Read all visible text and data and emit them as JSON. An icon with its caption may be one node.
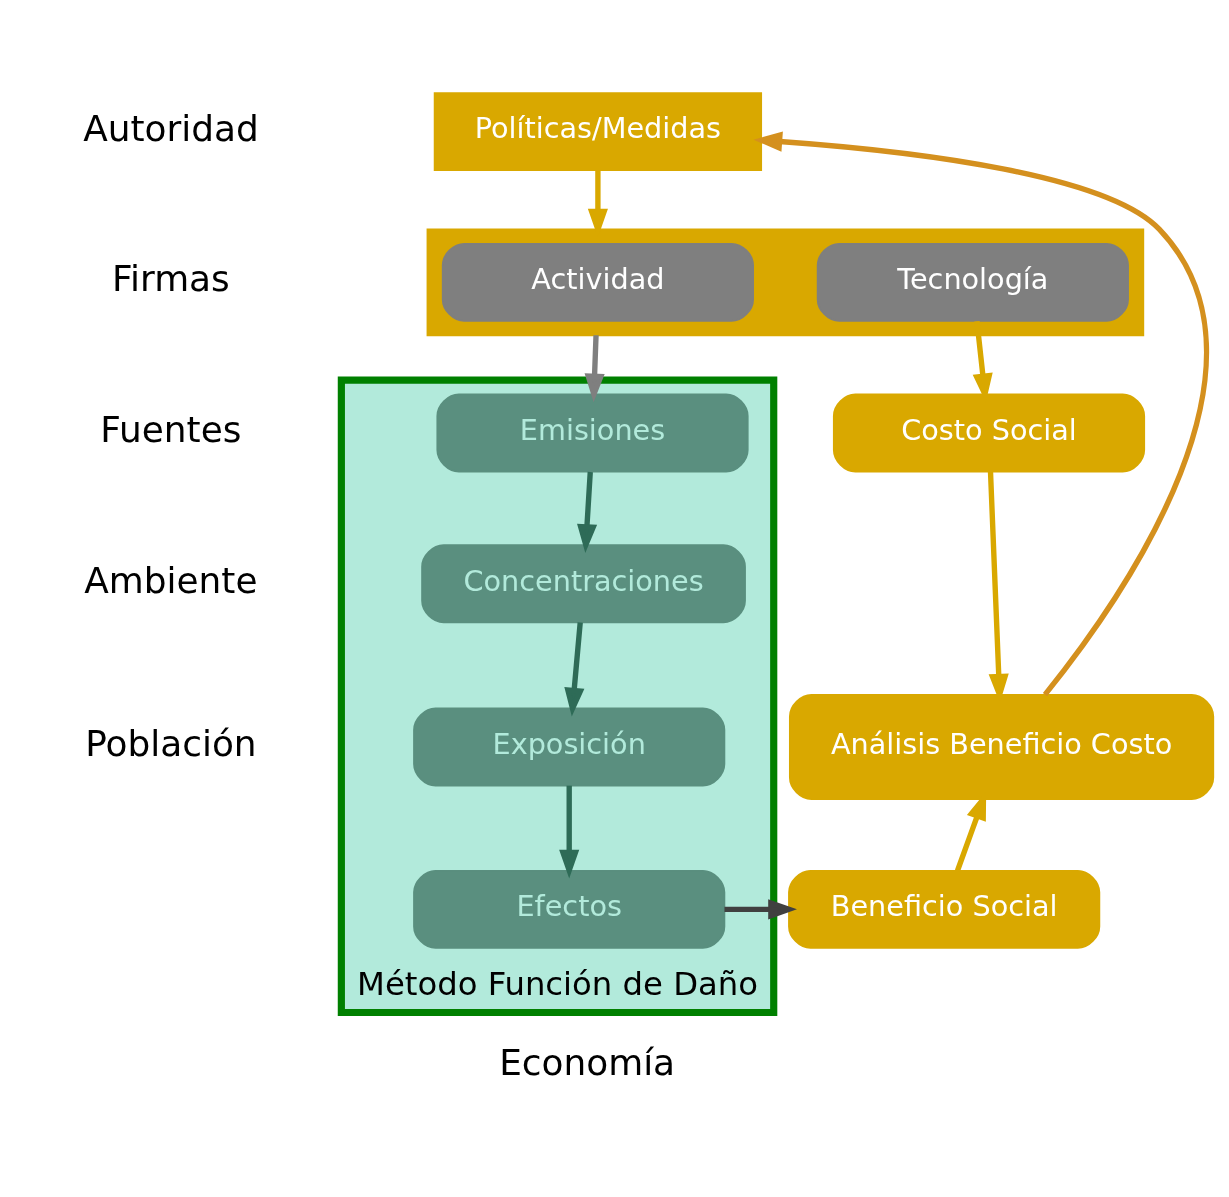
{
  "diagram": {
    "nodes": [
      {
        "text": [
          "Políticas/Medidas"
        ]
      },
      {
        "text": [],
        "shape": "box"
      },
      {
        "text": [
          "Actividad"
        ],
        "in": 1
      },
      {
        "text": [
          "Tecnología"
        ],
        "in": 1
      },
      {
        "text": [
          "Método Función de Daño"
        ]
      },
      {
        "text": [
          "Emisiones"
        ],
        "in": 4
      },
      {
        "text": [
          "Concentraciones"
        ],
        "in": 4
      },
      {
        "text": [
          "Exposición"
        ],
        "in": 4
      },
      {
        "text": [
          "Efectos"
        ],
        "in": 4
      },
      {
        "text": [
          "Costo Social"
        ]
      },
      {
        "text": [
          "Análisis Beneficio Costo"
        ]
      },
      {
        "text": [
          "Beneficio Social"
        ]
      }
    ],
    "edges": [
      {
        "from": 0,
        "to": 1,
        "arrow": "to"
      },
      {
        "from": 1,
        "to": 5,
        "arrow": "to",
        "color": "#7f7f7f"
      },
      {
        "from": 5,
        "to": 6,
        "arrow": "to",
        "color": "#2e6b57"
      },
      {
        "from": 6,
        "to": 7,
        "arrow": "to",
        "color": "#2e6b57"
      },
      {
        "from": 7,
        "to": 8,
        "arrow": "to",
        "color": "#2e6b57"
      },
      {
        "from": 8,
        "to": 11,
        "arrow": "to",
        "color": "#404040"
      },
      {
        "from": 3,
        "to": 9,
        "arrow": "to"
      },
      {
        "from": 9,
        "to": 10,
        "arrow": "to"
      },
      {
        "from": 11,
        "to": 10,
        "arrow": "to"
      },
      {
        "from": 10,
        "to": 0,
        "arrow": "to",
        "color": "#d4901e"
      }
    ],
    "labels": [
      "Autoridad",
      "Firmas",
      "Fuentes",
      "Ambiente",
      "Población",
      "Economía"
    ]
  }
}
